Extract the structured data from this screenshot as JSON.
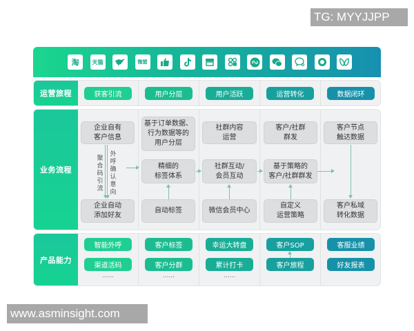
{
  "watermarks": {
    "top_right": "TG: MYYJJPP",
    "bottom_left": "www.asminsight.com"
  },
  "platform_bar": {
    "icons": [
      {
        "name": "taobao-icon",
        "glyph": "淘"
      },
      {
        "name": "tmall-icon",
        "glyph": "天猫"
      },
      {
        "name": "bird-icon",
        "glyph": "🐦"
      },
      {
        "name": "weimeng-icon",
        "glyph": "微盟"
      },
      {
        "name": "thumbs-up-icon",
        "glyph": "👍"
      },
      {
        "name": "douyin-icon",
        "glyph": "♪"
      },
      {
        "name": "store-icon",
        "glyph": "▤"
      },
      {
        "name": "video-channel-icon",
        "glyph": "✲"
      },
      {
        "name": "mini-program-icon",
        "glyph": "∞"
      },
      {
        "name": "wechat-icon",
        "glyph": "💬"
      },
      {
        "name": "chat-bubble-icon",
        "glyph": "○"
      },
      {
        "name": "aperture-icon",
        "glyph": "◎"
      },
      {
        "name": "butterfly-icon",
        "glyph": "ʍ"
      }
    ]
  },
  "rows": {
    "journey": {
      "label": "运营旅程",
      "stages": [
        "获客引流",
        "用户分层",
        "用户活跃",
        "运营转化",
        "数据闭环"
      ]
    },
    "business": {
      "label": "业务流程",
      "col1": {
        "top": "企业自有\n客户信息",
        "bottom": "企业自动\n添加好友",
        "left_note": "聚合码引流",
        "right_note": "外呼确认意向"
      },
      "col2": {
        "top": "基于订单数据、\n行为数据等的\n用户分层",
        "middle": "精细的\n标签体系",
        "bottom": "自动标签"
      },
      "col3": {
        "top": "社群内容\n运营",
        "middle": "社群互动/\n会员互动",
        "bottom": "微信会员中心"
      },
      "col4": {
        "top": "客户/社群\n群发",
        "middle": "基于策略的\n客户/社群群发",
        "bottom": "自定义\n运营策略"
      },
      "col5": {
        "top": "客户节点\n触达数据",
        "bottom": "客户私域\n转化数据"
      }
    },
    "products": {
      "label": "产品能力",
      "cols": [
        {
          "items": [
            "智能外呼",
            "渠道活码"
          ],
          "more": "......"
        },
        {
          "items": [
            "客户标签",
            "客户分群"
          ],
          "more": "......"
        },
        {
          "items": [
            "幸运大转盘",
            "累计打卡"
          ],
          "more": "......"
        },
        {
          "items": [
            "客户SOP",
            "客户旅程"
          ]
        },
        {
          "items": [
            "客服业绩",
            "好友报表"
          ]
        }
      ]
    }
  },
  "colors": {
    "col1": "#1fcf92",
    "col2": "#1bbd90",
    "col3": "#19ad96",
    "col4": "#17a09e",
    "col5": "#1691a9"
  }
}
